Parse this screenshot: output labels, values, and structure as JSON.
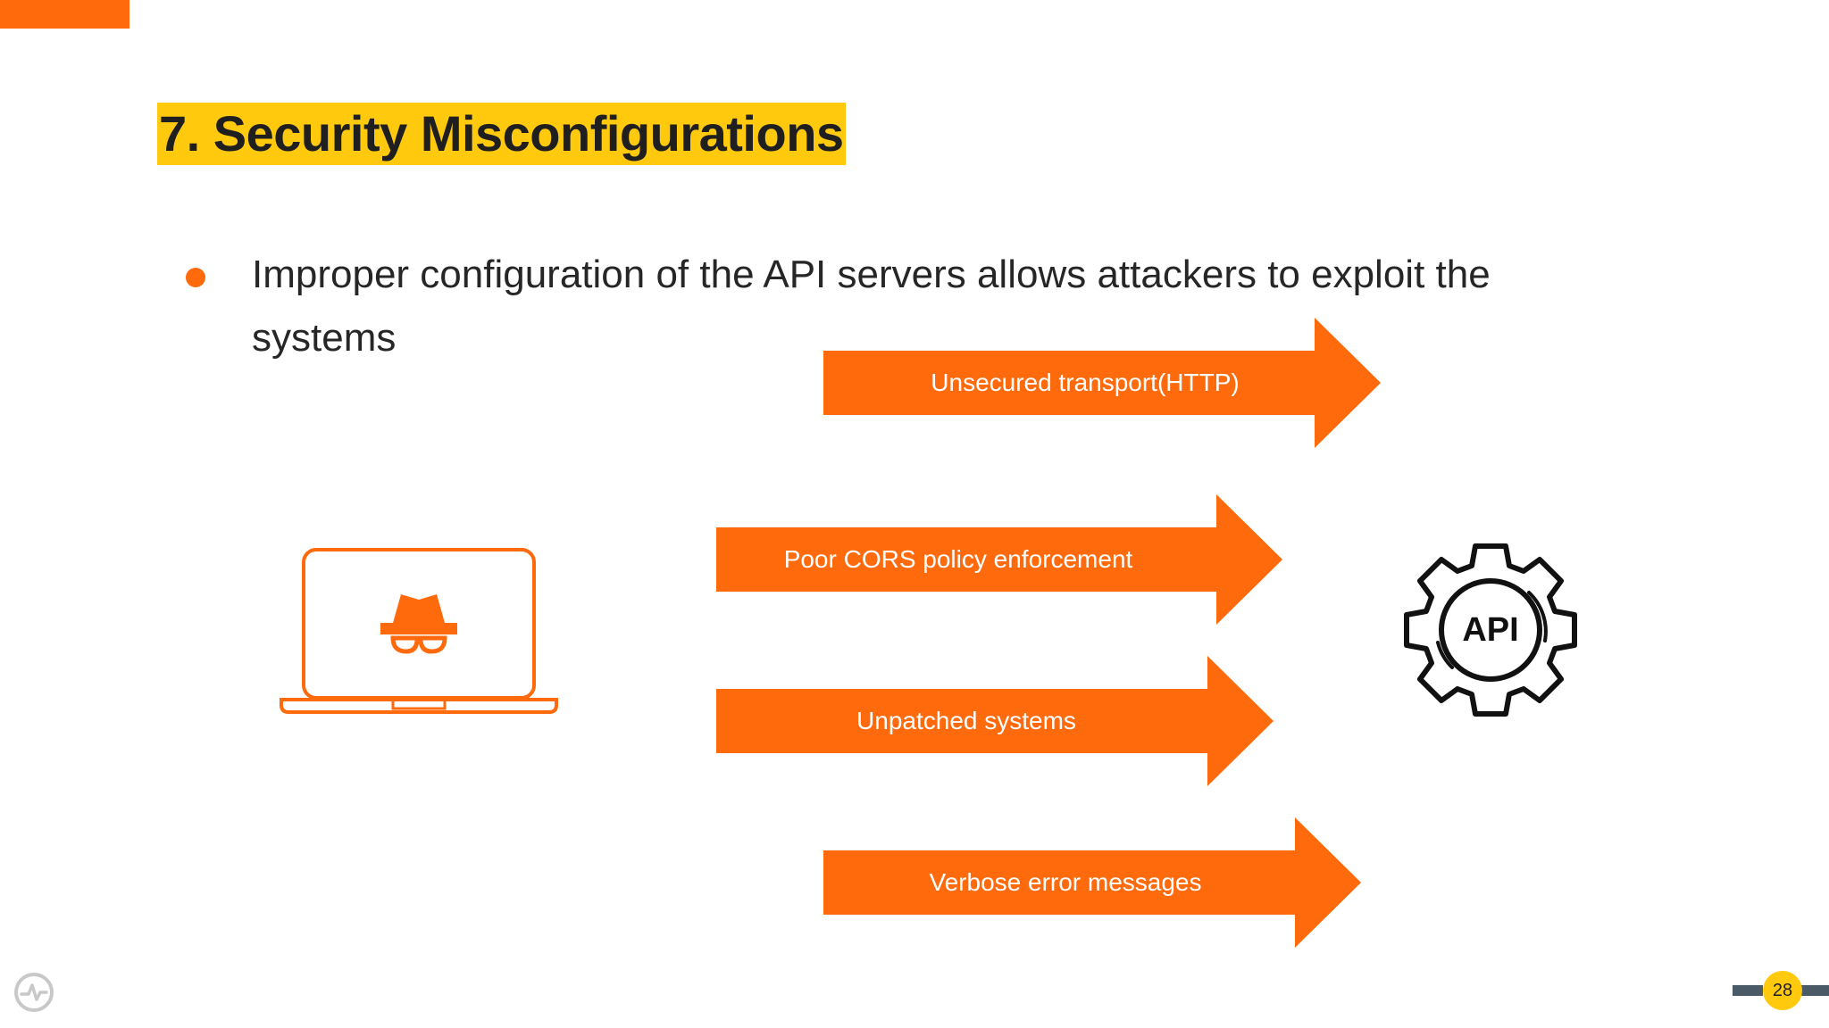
{
  "slide": {
    "title": "7. Security Misconfigurations",
    "bullet": "Improper configuration of the API servers allows attackers to exploit the systems",
    "page_number": "28"
  },
  "arrows": [
    {
      "label": "Unsecured transport(HTTP)"
    },
    {
      "label": "Poor CORS policy enforcement"
    },
    {
      "label": "Unpatched systems"
    },
    {
      "label": "Verbose error messages"
    }
  ],
  "icons": {
    "attacker": "laptop-hacker-icon",
    "api": "api-gear-icon",
    "logo": "activity-logo-icon",
    "api_text": "API"
  },
  "colors": {
    "accent_orange": "#FF6A0C",
    "title_highlight": "#FFC90E",
    "text": "#262626",
    "footer_bar": "#4a5a66"
  }
}
